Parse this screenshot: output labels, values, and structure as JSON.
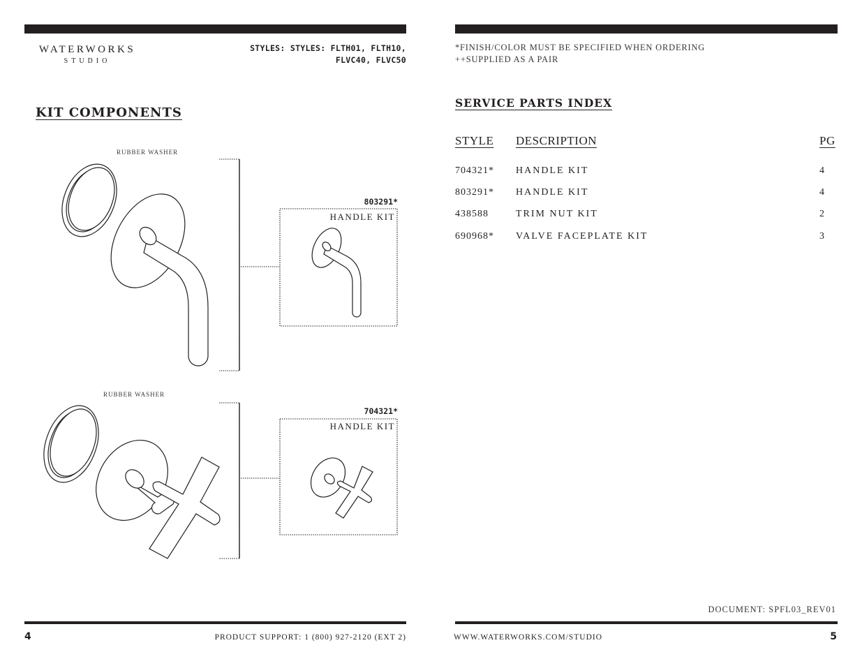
{
  "header": {
    "brand_main": "WATERWORKS",
    "brand_sub": "STUDIO",
    "styles_line1": "STYLES: STYLES: FLTH01, FLTH10,",
    "styles_line2": "FLVC40, FLVC50",
    "note1": "*FINISH/COLOR MUST BE SPECIFIED WHEN ORDERING",
    "note2": "++SUPPLIED AS A PAIR"
  },
  "kit": {
    "title": "KIT COMPONENTS",
    "groups": [
      {
        "washer_label": "RUBBER WASHER",
        "part_no": "803291*",
        "part_name": "HANDLE KIT",
        "handle": "lever-icon"
      },
      {
        "washer_label": "RUBBER WASHER",
        "part_no": "704321*",
        "part_name": "HANDLE KIT",
        "handle": "cross-icon"
      }
    ]
  },
  "index": {
    "title": "SERVICE PARTS INDEX",
    "headers": {
      "style": "STYLE",
      "description": "DESCRIPTION",
      "pg": "PG"
    },
    "rows": [
      {
        "style": "704321*",
        "description": "HANDLE KIT",
        "pg": "4"
      },
      {
        "style": "803291*",
        "description": "HANDLE KIT",
        "pg": "4"
      },
      {
        "style": "438588",
        "description": "TRIM NUT KIT",
        "pg": "2"
      },
      {
        "style": "690968*",
        "description": "VALVE FACEPLATE KIT",
        "pg": "3"
      }
    ]
  },
  "footer": {
    "document": "DOCUMENT: SPFL03_REV01",
    "left_page": "4",
    "support": "PRODUCT SUPPORT: 1 (800) 927-2120 (EXT 2)",
    "website": "WWW.WATERWORKS.COM/STUDIO",
    "right_page": "5"
  }
}
